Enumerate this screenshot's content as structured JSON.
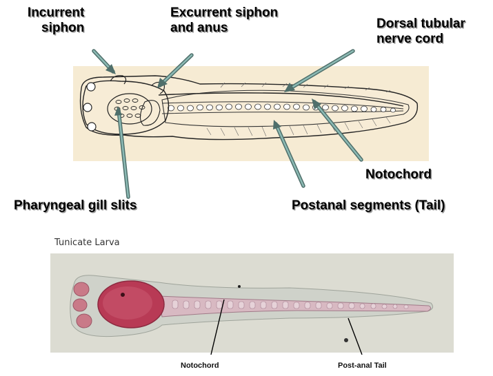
{
  "labels": {
    "incurrent_siphon": [
      "Incurrent",
      "siphon"
    ],
    "excurrent_siphon": [
      "Excurrent siphon",
      "and anus"
    ],
    "dorsal_nerve_cord": [
      "Dorsal tubular",
      "nerve cord"
    ],
    "notochord": "Notochord",
    "pharyngeal_gill_slits": "Pharyngeal gill slits",
    "postanal_segments": "Postanal segments (Tail)"
  },
  "photo": {
    "caption": "Tunicate Larva",
    "notochord_label": "Notochord",
    "tail_label": "Post-anal Tail"
  },
  "colors": {
    "arrow": "#5f8a85",
    "drawing_bg": "#f6ebd3",
    "photo_bg": "#dcdcd2",
    "larva_body": "#b83a55"
  }
}
